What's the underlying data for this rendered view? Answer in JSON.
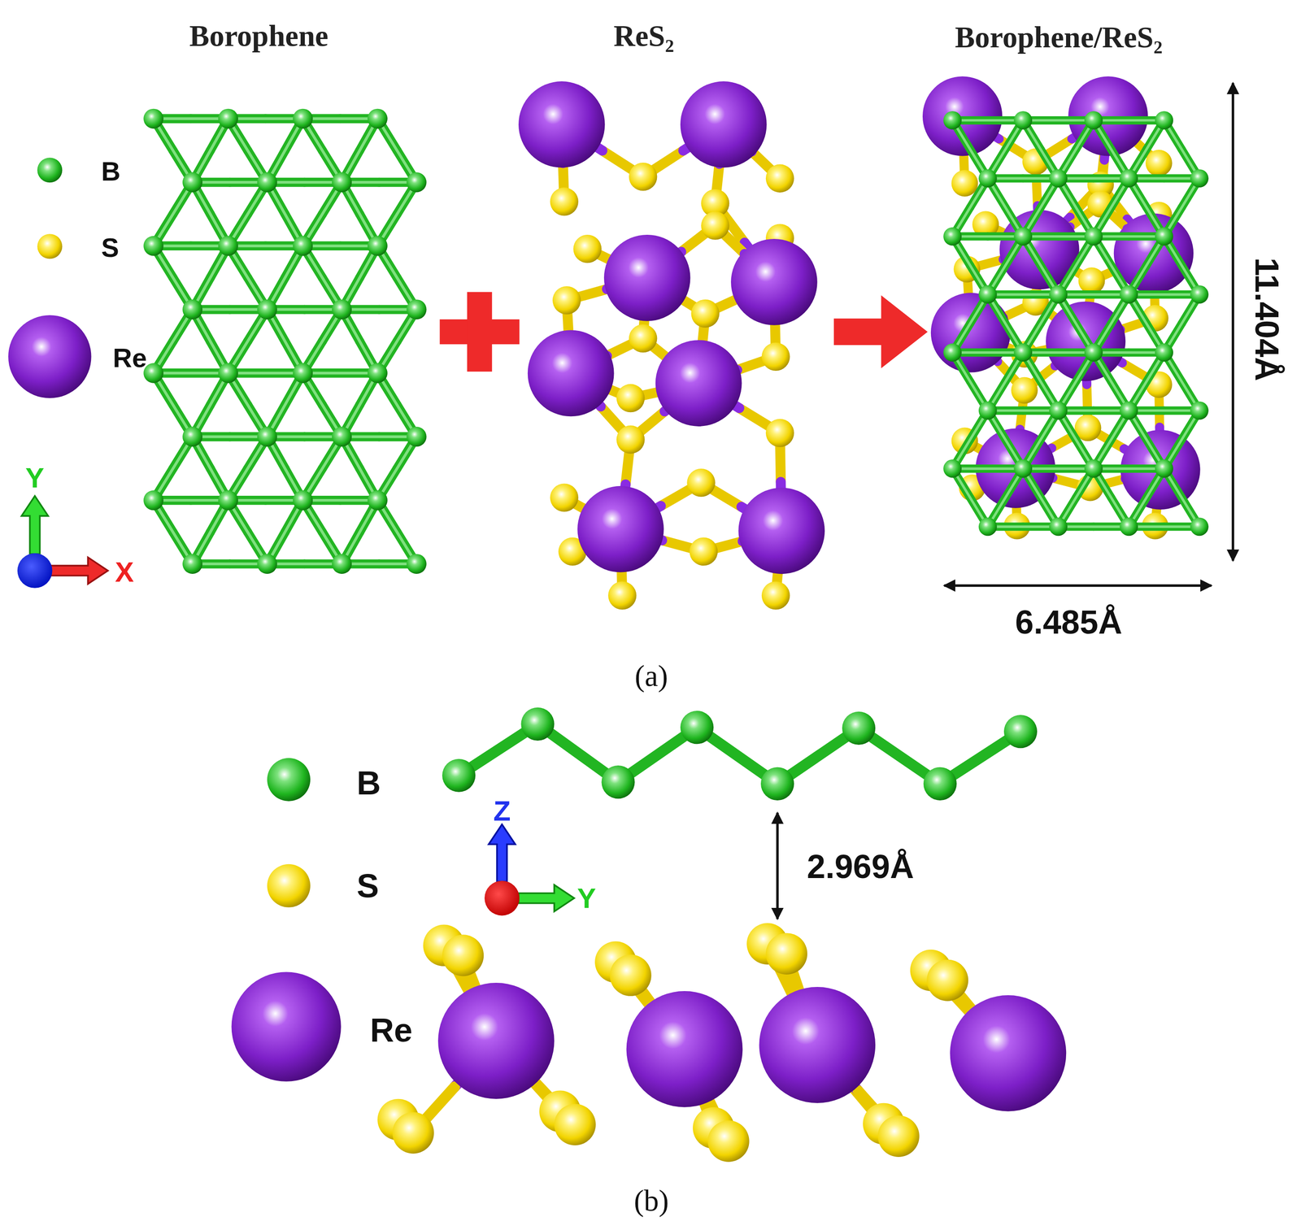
{
  "diagram": {
    "labels": [
      "Borophene",
      "ReS₂",
      "Borophene/ReS₂",
      "Y",
      "X",
      "11.404Å",
      "6.485Å",
      "(a)",
      "2.969Å",
      "Z",
      "Y",
      "(b)"
    ],
    "legend": [
      {
        "text": "B"
      },
      {
        "text": "S"
      },
      {
        "text": "Re"
      },
      {
        "text": "B"
      },
      {
        "text": "S"
      },
      {
        "text": "Re"
      }
    ]
  }
}
